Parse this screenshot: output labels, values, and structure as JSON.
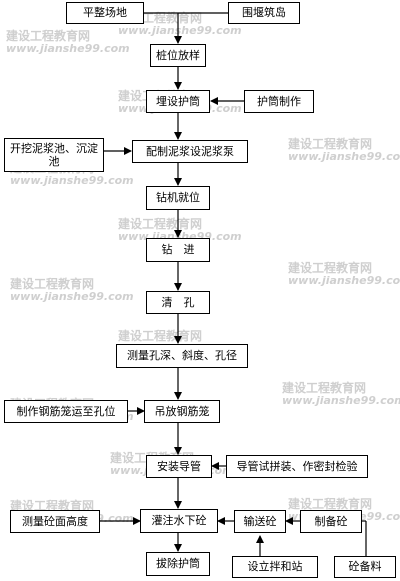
{
  "colors": {
    "line": "#000000",
    "watermark": "#cfcfcf"
  },
  "watermark": {
    "cn": "建设工程教育网",
    "url": "www.jianshe99.com"
  },
  "nodes": {
    "site_leveling": "平整场地",
    "cofferdam_island": "围堰筑岛",
    "pile_layout": "桩位放样",
    "bury_casing": "埋设护筒",
    "casing_making": "护筒制作",
    "dig_pits": "开挖泥浆池、沉淀池",
    "mud_prep": "配制泥浆设泥浆泵",
    "rig_position": "钻机就位",
    "drilling": "钻　进",
    "hole_clean": "清　孔",
    "measure_hole": "测量孔深、斜度、孔径",
    "make_cage": "制作钢筋笼运至孔位",
    "hoist_cage": "吊放钢筋笼",
    "install_tremie": "安装导管",
    "tremie_test": "导管试拼装、作密封检验",
    "measure_concrete": "测量砼面高度",
    "pour_concrete": "灌注水下砼",
    "transport_concrete": "输送砼",
    "prep_concrete": "制备砼",
    "remove_casing": "拔除护筒",
    "setup_station": "设立拌和站",
    "concrete_material": "砼备料"
  }
}
